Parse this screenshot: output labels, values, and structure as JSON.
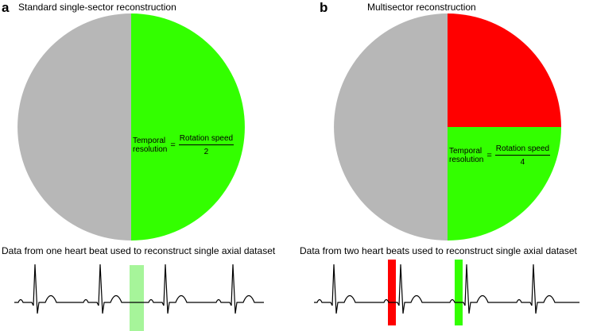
{
  "colors": {
    "gray_sector": "#b7b7b7",
    "green_sector": "#33ff00",
    "red_sector": "#ff0000",
    "green_window_light": "#a6f59a",
    "green_window": "#33ff00",
    "red_window": "#ff0000",
    "ecg_line": "#000000"
  },
  "panel_a": {
    "letter": "a",
    "title": "Standard single-sector reconstruction",
    "formula": {
      "label_line1": "Temporal",
      "label_line2": "resolution",
      "equals": "=",
      "numerator": "Rotation speed",
      "denominator": "2"
    },
    "caption": "Data from one heart beat used to reconstruct single axial dataset"
  },
  "panel_b": {
    "letter": "b",
    "title": "Multisector reconstruction",
    "formula": {
      "label_line1": "Temporal",
      "label_line2": "resolution",
      "equals": "=",
      "numerator": "Rotation speed",
      "denominator": "4"
    },
    "caption": "Data from two heart beats used to reconstruct single axial dataset"
  }
}
